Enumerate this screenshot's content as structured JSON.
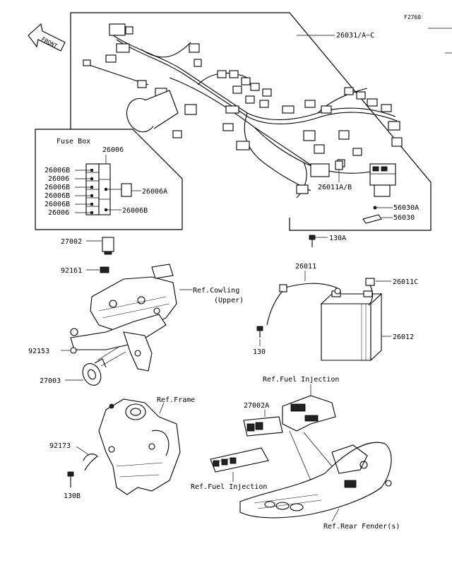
{
  "figure_code": "F2760",
  "front_arrow": "FRONT",
  "fuse_box": {
    "title": "Fuse Box",
    "left_labels": [
      "26006B",
      "26006",
      "26006B",
      "26006B",
      "26006B",
      "26006"
    ],
    "top_label": "26006",
    "right_label_a": "26006A",
    "right_label_b": "26006B"
  },
  "labels": {
    "harness": "26031/A~C",
    "relay_26011ab": "26011A/B",
    "p56030a": "56030A",
    "p56030": "56030",
    "bolt_130a": "130A",
    "p27002": "27002",
    "p92161": "92161",
    "ref_cowling_1": "Ref.Cowling",
    "ref_cowling_2": "(Upper)",
    "p26011": "26011",
    "p26011c": "26011C",
    "p26012": "26012",
    "bolt_130": "130",
    "p92153": "92153",
    "p27003": "27003",
    "ref_fuel_top": "Ref.Fuel Injection",
    "p27002a": "27002A",
    "ref_frame": "Ref.Frame",
    "p92173": "92173",
    "bolt_130b": "130B",
    "ref_fuel_bottom": "Ref.Fuel Injection",
    "ref_rear_fender": "Ref.Rear Fender(s)"
  }
}
